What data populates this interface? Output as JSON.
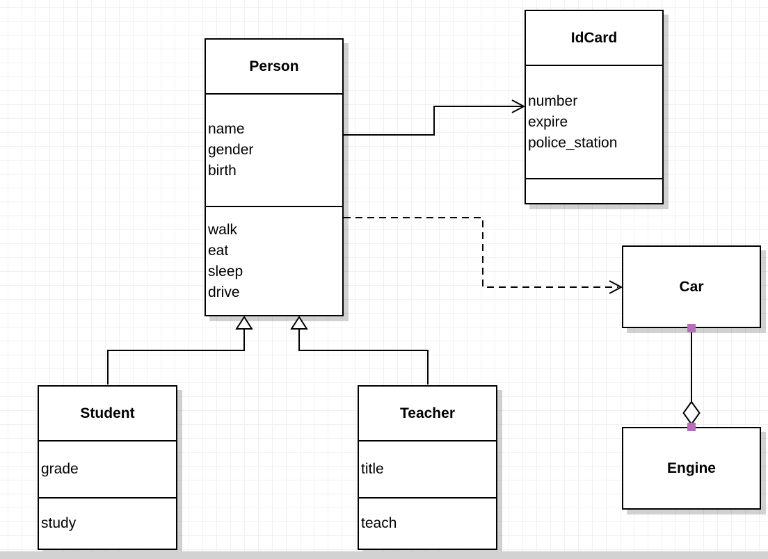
{
  "diagram": {
    "type": "uml-class-diagram",
    "classes": {
      "person": {
        "name": "Person",
        "attributes": [
          "name",
          "gender",
          "birth"
        ],
        "methods": [
          "walk",
          "eat",
          "sleep",
          "drive"
        ]
      },
      "idcard": {
        "name": "IdCard",
        "attributes": [
          "number",
          "expire",
          "police_station"
        ],
        "methods": []
      },
      "car": {
        "name": "Car",
        "attributes": [],
        "methods": []
      },
      "engine": {
        "name": "Engine",
        "attributes": [],
        "methods": []
      },
      "student": {
        "name": "Student",
        "attributes": [
          "grade"
        ],
        "methods": [
          "study"
        ]
      },
      "teacher": {
        "name": "Teacher",
        "attributes": [
          "title"
        ],
        "methods": [
          "teach"
        ]
      }
    },
    "relationships": [
      {
        "from": "Person",
        "to": "IdCard",
        "type": "association",
        "line": "solid",
        "marker": "open-arrow"
      },
      {
        "from": "Person",
        "to": "Car",
        "type": "dependency",
        "line": "dashed",
        "marker": "open-arrow"
      },
      {
        "from": "Student",
        "to": "Person",
        "type": "generalization",
        "line": "solid",
        "marker": "hollow-triangle"
      },
      {
        "from": "Teacher",
        "to": "Person",
        "type": "generalization",
        "line": "solid",
        "marker": "hollow-triangle"
      },
      {
        "from": "Car",
        "to": "Engine",
        "type": "aggregation",
        "line": "solid",
        "marker": "hollow-diamond",
        "endpoint_markers": "fixed-connection-point"
      }
    ],
    "colors": {
      "stroke": "#000000",
      "node_fill": "#ffffff",
      "grid_line": "#f0f0f1",
      "canvas_bg": "#ffffff",
      "connection_point": "#b66dbc",
      "page_edge": "#d2d2d2"
    }
  }
}
